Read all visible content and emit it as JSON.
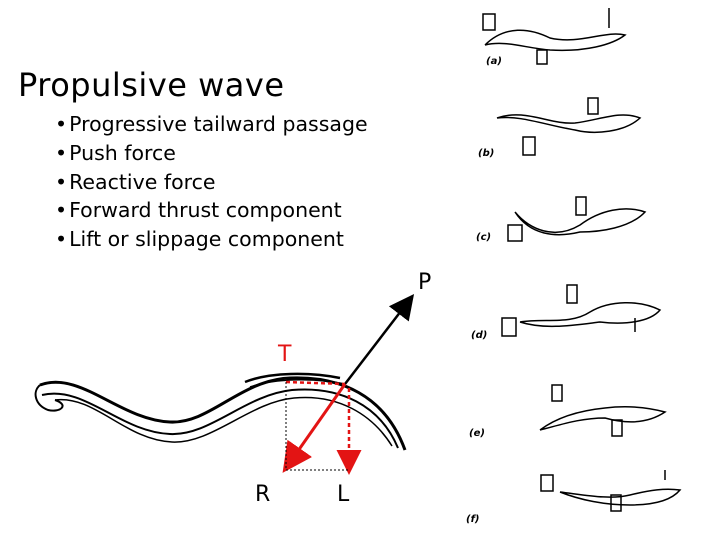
{
  "slide": {
    "title": "Propulsive wave",
    "bullets": [
      "Progressive tailward passage",
      "Push force",
      "Reactive force",
      "Forward thrust component",
      "Lift or slippage component"
    ]
  },
  "diagram": {
    "labels": {
      "p": "P",
      "t": "T",
      "r": "R",
      "l": "L"
    },
    "colors": {
      "vector": "#e31414",
      "line": "#000000"
    }
  },
  "fish_panels": [
    "(a)",
    "(b)",
    "(c)",
    "(d)",
    "(e)",
    "(f)"
  ]
}
